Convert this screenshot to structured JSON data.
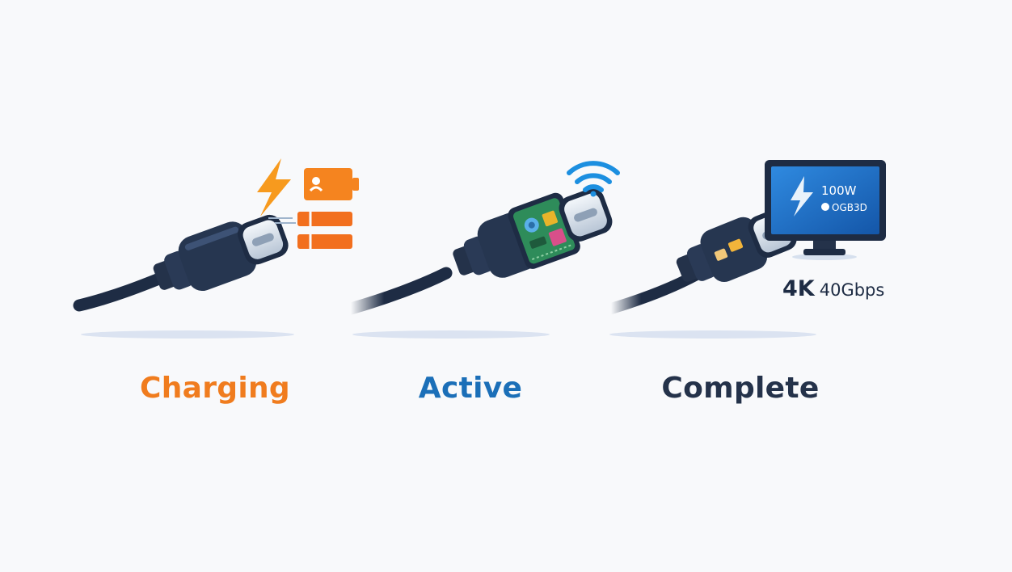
{
  "panels": [
    {
      "caption": "Charging",
      "color": "#f07c1e"
    },
    {
      "caption": "Active",
      "color": "#1b6fb8"
    },
    {
      "caption": "Complete",
      "color": "#24324a"
    }
  ],
  "monitor": {
    "power_label": "100W",
    "info_label": "OGB3D",
    "resolution_label": "4K",
    "bandwidth_label": "40Gbps"
  },
  "colors": {
    "cable": "#1e2c44",
    "connector": "#263650",
    "plug_metal": "#dde6f0",
    "charging_orange": "#f5841f",
    "wifi_blue": "#1c8fe0",
    "screen_blue": "#1d74c8",
    "pcb_green": "#2e8c5a"
  },
  "icons": [
    "lightning-bolt-icon",
    "battery-icon",
    "wifi-icon",
    "monitor-icon",
    "circuit-board-icon"
  ]
}
